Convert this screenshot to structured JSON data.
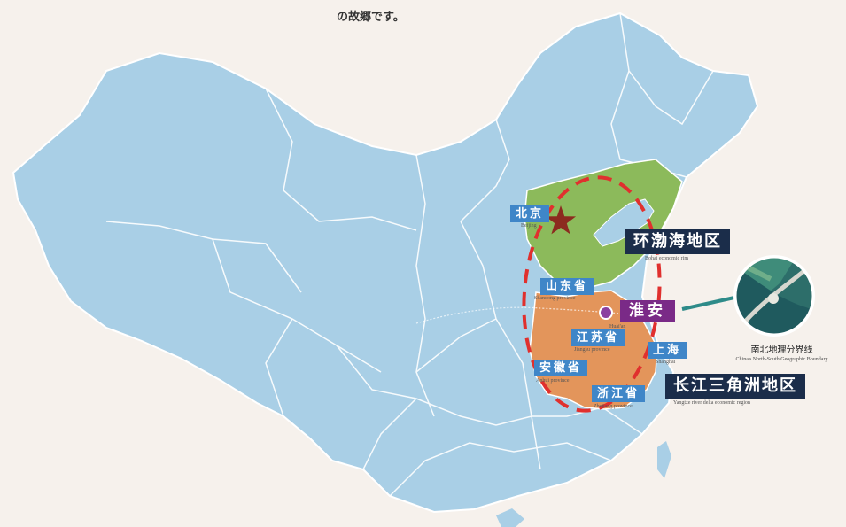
{
  "header": {
    "caption": "の故郷です。"
  },
  "labels": {
    "beijing": "北京",
    "beijing_en": "Beijing",
    "bohai": "环渤海地区",
    "bohai_en": "Bohai economic rim",
    "shandong": "山东省",
    "shandong_en": "Shandong province",
    "huaian": "淮安",
    "huaian_en": "Huai'an",
    "jiangsu": "江苏省",
    "jiangsu_en": "Jiangsu province",
    "shanghai": "上海",
    "shanghai_en": "Shanghai",
    "anhui": "安徽省",
    "anhui_en": "Anhui province",
    "zhejiang": "浙江省",
    "zhejiang_en": "Zhejiang province",
    "yangtze": "长江三角洲地区",
    "yangtze_en": "Yangtze river delta economic region",
    "boundary": "南北地理分界线",
    "boundary_en": "China's North-South Geographic Boundary"
  },
  "colors": {
    "background": "#f6f1ec",
    "land": "#a9cfe6",
    "bohai_region": "#8cba5b",
    "yangtze_region": "#e3955b",
    "highlight_ring": "#e0302e",
    "capital_star": "#8c2b1f",
    "tag_blue": "#3f86c8",
    "tag_dark": "#1b2d4a",
    "tag_purple": "#7a2a87"
  },
  "icons": [
    "capital-star-icon",
    "huaian-marker-icon",
    "boundary-photo"
  ]
}
